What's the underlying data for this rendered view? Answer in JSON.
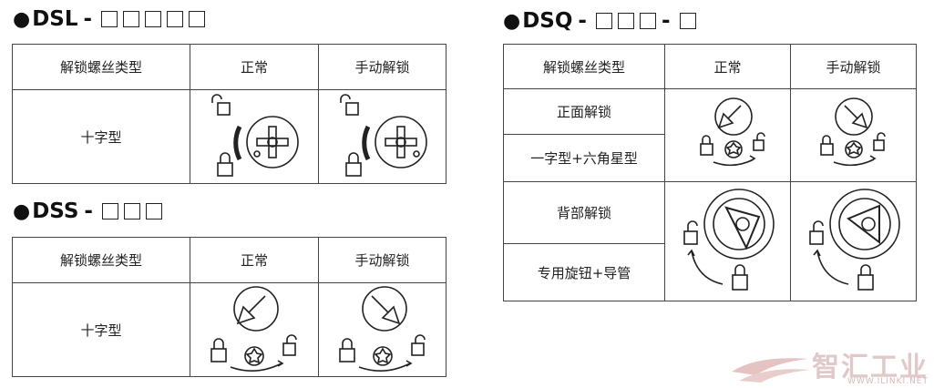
{
  "dsl": {
    "heading": "DSL",
    "header": [
      "解锁螺丝类型",
      "正常",
      "手动解锁"
    ],
    "row": "十字型"
  },
  "dss": {
    "heading": "DSS",
    "header": [
      "解锁螺丝类型",
      "正常",
      "手动解锁"
    ],
    "row": "十字型"
  },
  "dsq": {
    "heading": "DSQ",
    "header": [
      "解锁螺丝类型",
      "正常",
      "手动解锁"
    ],
    "rows": [
      "正面解锁",
      "一字型+六角星型",
      "背部解锁",
      "专用旋钮+导管"
    ]
  },
  "watermark": {
    "main": "智汇工业",
    "url": "WWW.ILINKI.NET"
  }
}
